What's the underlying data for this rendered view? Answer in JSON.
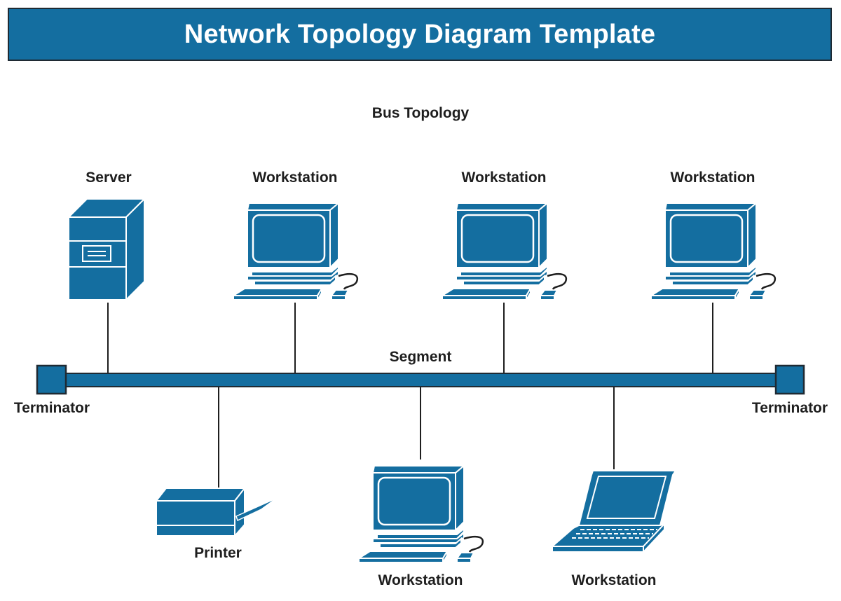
{
  "title": "Network Topology Diagram Template",
  "subtitle": "Bus Topology",
  "colors": {
    "primary": "#146ea0",
    "outline": "#1f2a33",
    "cable": "#1e1e1e",
    "text": "#1e1e1e"
  },
  "bus": {
    "label": "Segment"
  },
  "terminators": [
    {
      "label": "Terminator"
    },
    {
      "label": "Terminator"
    }
  ],
  "top_nodes": [
    {
      "type": "server",
      "label": "Server"
    },
    {
      "type": "workstation",
      "label": "Workstation"
    },
    {
      "type": "workstation",
      "label": "Workstation"
    },
    {
      "type": "workstation",
      "label": "Workstation"
    }
  ],
  "bottom_nodes": [
    {
      "type": "printer",
      "label": "Printer"
    },
    {
      "type": "workstation",
      "label": "Workstation"
    },
    {
      "type": "laptop",
      "label": "Workstation"
    }
  ]
}
